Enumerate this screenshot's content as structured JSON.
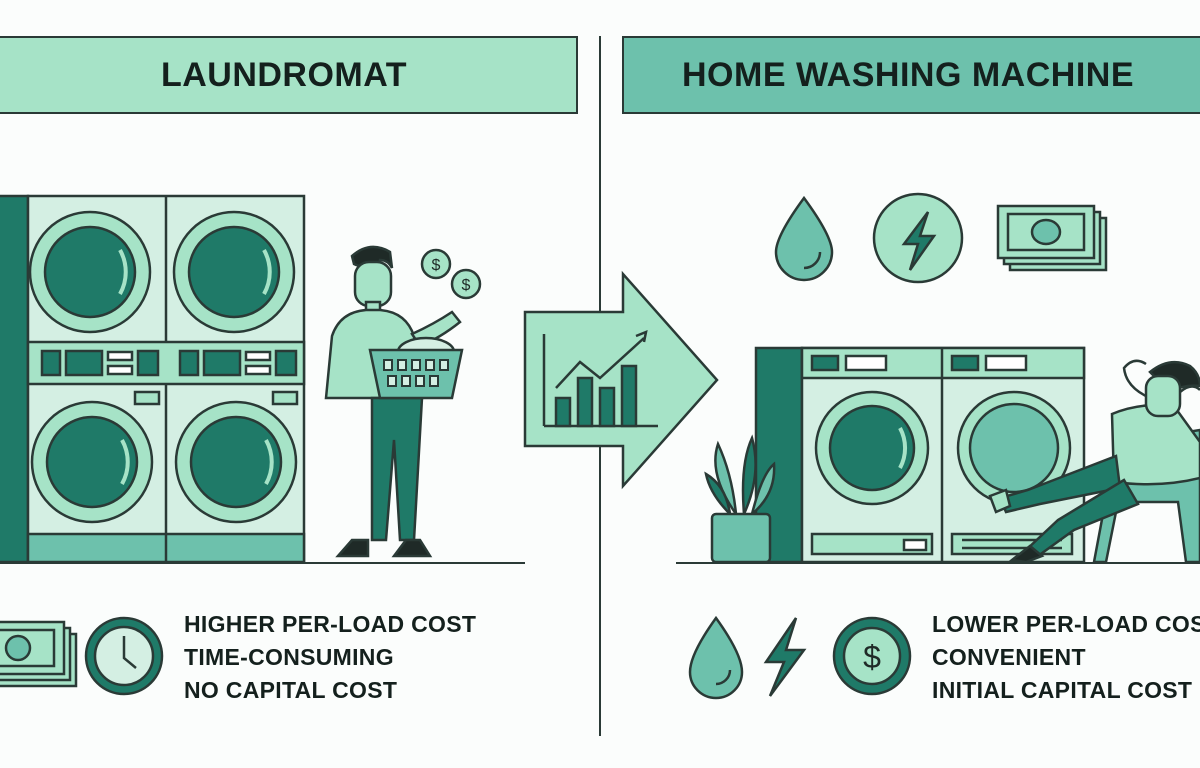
{
  "left": {
    "title": "LAUNDROMAT",
    "icons": [
      "cash-icon",
      "clock-icon"
    ],
    "points": [
      "HIGHER PER-LOAD COST",
      "TIME-CONSUMING",
      "NO CAPITAL COST"
    ]
  },
  "right": {
    "title": "HOME WASHING MACHINE",
    "top_icons": [
      "water-drop-icon",
      "lightning-icon",
      "cash-icon"
    ],
    "icons": [
      "water-drop-icon",
      "lightning-icon",
      "dollar-coin-icon"
    ],
    "points": [
      "LOWER PER-LOAD COST",
      "CONVENIENT",
      "INITIAL CAPITAL COST"
    ]
  },
  "center": {
    "icon": "arrow-with-bar-chart-icon"
  },
  "colors": {
    "light_mint": "#a6e3c7",
    "mid_teal": "#6dc1ac",
    "dark_teal": "#1f7a68",
    "outline": "#2a3a36",
    "pale": "#d4efe3"
  }
}
